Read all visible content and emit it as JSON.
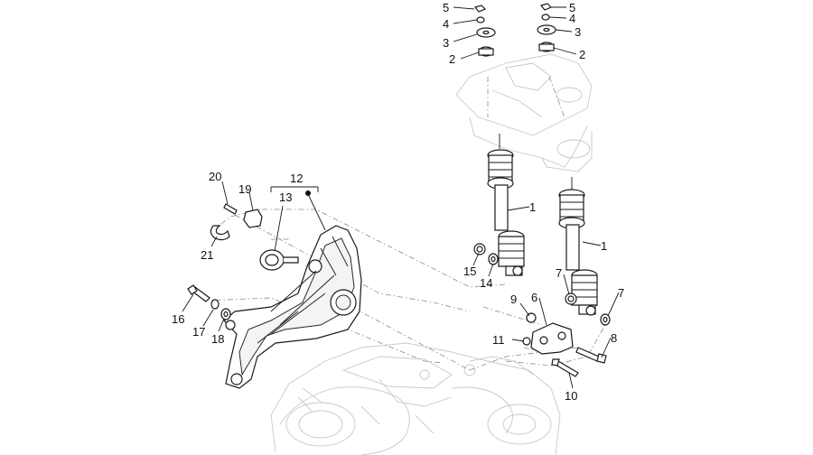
{
  "callouts": {
    "c1a": "1",
    "c1b": "1",
    "c2a": "2",
    "c2b": "2",
    "c3a": "3",
    "c3b": "3",
    "c4a": "4",
    "c4b": "4",
    "c5a": "5",
    "c5b": "5",
    "c6": "6",
    "c7a": "7",
    "c7b": "7",
    "c8": "8",
    "c9": "9",
    "c10": "10",
    "c11": "11",
    "c12": "12",
    "c13": "13",
    "c14": "14",
    "c15": "15",
    "c16": "16",
    "c17": "17",
    "c18": "18",
    "c19": "19",
    "c20": "20",
    "c21": "21"
  }
}
